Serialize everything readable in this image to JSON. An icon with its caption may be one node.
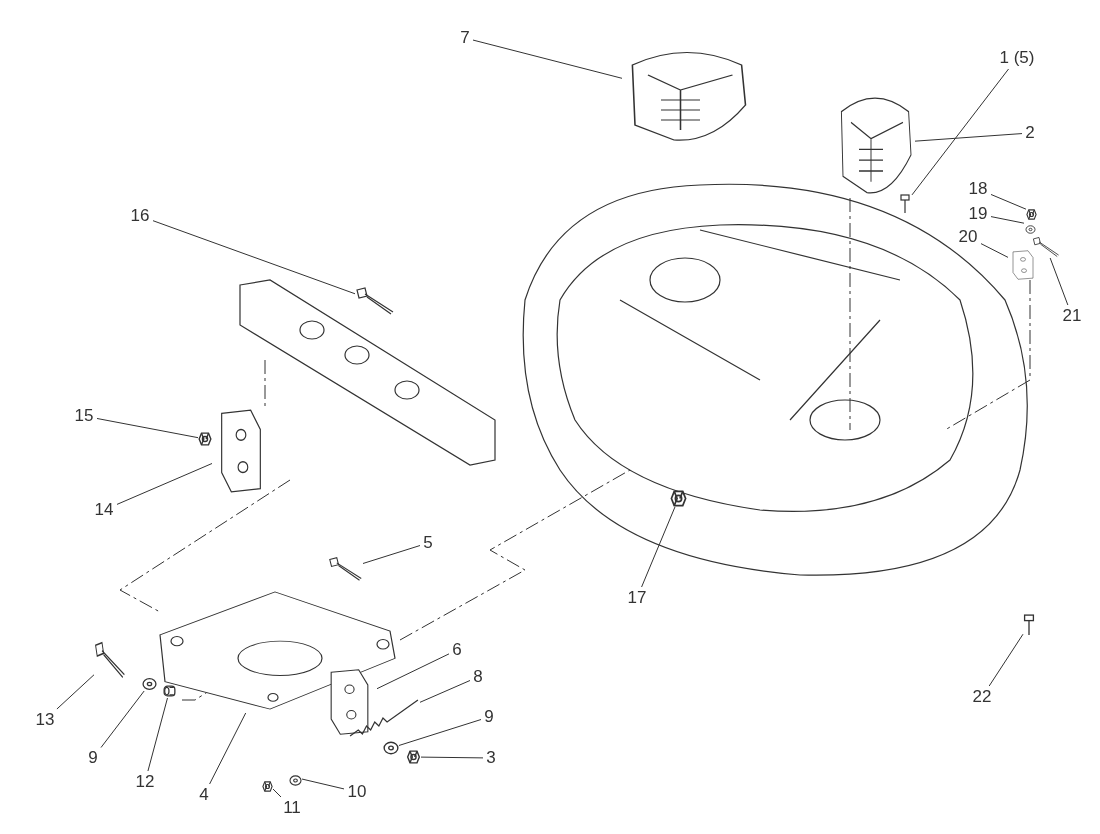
{
  "diagram": {
    "nodes": [
      {
        "text": [
          "7"
        ]
      },
      {
        "text": [
          "1 (5)"
        ]
      },
      {
        "text": [
          "2"
        ]
      },
      {
        "text": [
          "18"
        ]
      },
      {
        "text": [
          "19"
        ]
      },
      {
        "text": [
          "20"
        ]
      },
      {
        "text": [
          "21"
        ]
      },
      {
        "text": [
          "16"
        ]
      },
      {
        "text": [
          "15"
        ]
      },
      {
        "text": [
          "14"
        ]
      },
      {
        "text": [
          "5"
        ]
      },
      {
        "text": [
          "17"
        ]
      },
      {
        "text": [
          "6"
        ]
      },
      {
        "text": [
          "8"
        ]
      },
      {
        "text": [
          "9"
        ]
      },
      {
        "text": [
          "3"
        ]
      },
      {
        "text": [
          "13"
        ]
      },
      {
        "text": [
          "9"
        ]
      },
      {
        "text": [
          "12"
        ]
      },
      {
        "text": [
          "4"
        ]
      },
      {
        "text": [
          "10"
        ]
      },
      {
        "text": [
          "11"
        ]
      },
      {
        "text": [
          "22"
        ]
      },
      {
        "text": [],
        "shape": "picture"
      },
      {
        "text": [],
        "shape": "picture"
      },
      {
        "text": [],
        "shape": "picture"
      },
      {
        "text": [],
        "shape": "picture"
      },
      {
        "text": [],
        "shape": "picture"
      },
      {
        "text": [],
        "shape": "picture"
      },
      {
        "text": [],
        "shape": "picture"
      },
      {
        "text": [],
        "shape": "picture"
      },
      {
        "text": [],
        "shape": "picture"
      },
      {
        "text": [],
        "shape": "picture"
      },
      {
        "text": [],
        "shape": "picture"
      },
      {
        "text": [],
        "shape": "picture"
      },
      {
        "text": [],
        "shape": "picture"
      },
      {
        "text": [],
        "shape": "picture"
      },
      {
        "text": [],
        "shape": "picture"
      },
      {
        "text": [],
        "shape": "picture"
      },
      {
        "text": [],
        "shape": "picture"
      },
      {
        "text": [],
        "shape": "picture"
      },
      {
        "text": [],
        "shape": "picture"
      },
      {
        "text": [],
        "shape": "picture"
      },
      {
        "text": [],
        "shape": "picture"
      },
      {
        "text": [],
        "shape": "picture"
      },
      {
        "text": [],
        "shape": "picture"
      }
    ],
    "edges": [
      {
        "from": 0,
        "to": 23,
        "arrow": "none"
      },
      {
        "from": 1,
        "to": 24,
        "arrow": "none"
      },
      {
        "from": 2,
        "to": 25,
        "arrow": "none"
      },
      {
        "from": 3,
        "to": 26,
        "arrow": "none"
      },
      {
        "from": 4,
        "to": 27,
        "arrow": "none"
      },
      {
        "from": 5,
        "to": 28,
        "arrow": "none"
      },
      {
        "from": 6,
        "to": 29,
        "arrow": "none"
      },
      {
        "from": 7,
        "to": 30,
        "arrow": "none"
      },
      {
        "from": 8,
        "to": 31,
        "arrow": "none"
      },
      {
        "from": 9,
        "to": 32,
        "arrow": "none"
      },
      {
        "from": 10,
        "to": 33,
        "arrow": "none"
      },
      {
        "from": 11,
        "to": 34,
        "arrow": "none"
      },
      {
        "from": 12,
        "to": 35,
        "arrow": "none"
      },
      {
        "from": 13,
        "to": 36,
        "arrow": "none"
      },
      {
        "from": 14,
        "to": 37,
        "arrow": "none"
      },
      {
        "from": 15,
        "to": 38,
        "arrow": "none"
      },
      {
        "from": 16,
        "to": 39,
        "arrow": "none"
      },
      {
        "from": 17,
        "to": 40,
        "arrow": "none"
      },
      {
        "from": 18,
        "to": 41,
        "arrow": "none"
      },
      {
        "from": 19,
        "to": 42,
        "arrow": "none"
      },
      {
        "from": 20,
        "to": 43,
        "arrow": "none"
      },
      {
        "from": 21,
        "to": 44,
        "arrow": "none"
      },
      {
        "from": 22,
        "to": 45,
        "arrow": "none"
      }
    ]
  }
}
